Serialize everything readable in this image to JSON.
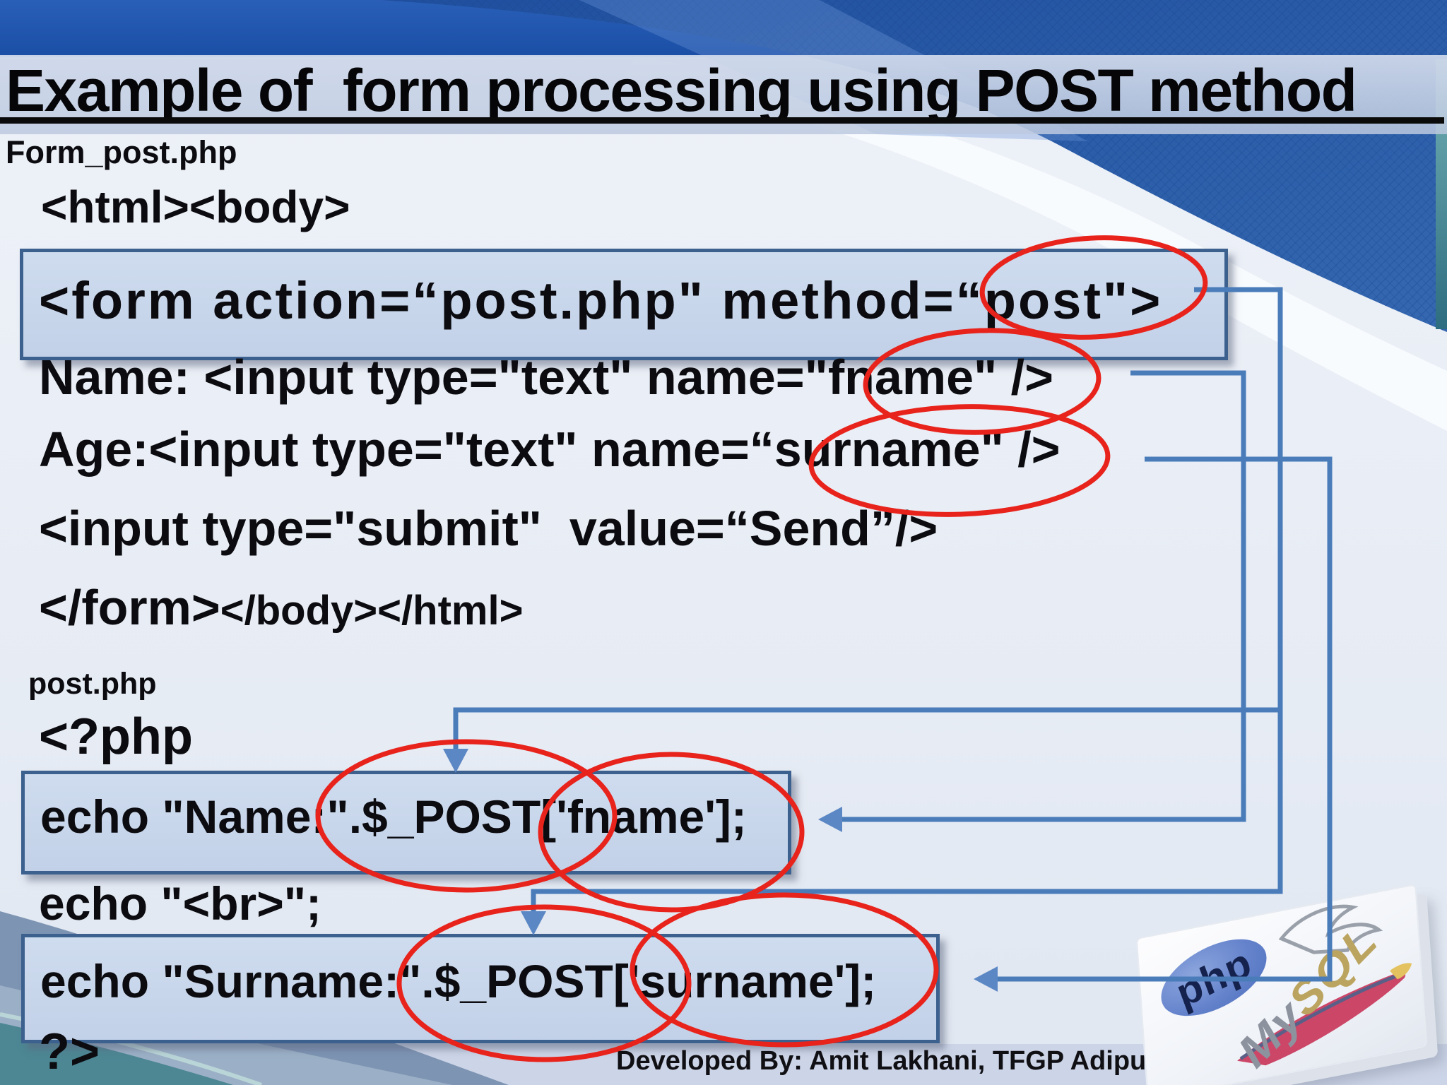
{
  "slide": {
    "title": "Example of  form processing using POST method",
    "footer_credit": "Developed By: Amit Lakhani, TFGP Adipur"
  },
  "form_file": {
    "filename": "Form_post.php",
    "html_open": "<html><body>",
    "form_tag": "<form action=“post.php\" method=“post\">",
    "name_input": "Name: <input type=\"text\" name=\"fname\" />",
    "age_input": "Age:<input type=\"text\" name=“surname\" />",
    "submit_input": "<input type=\"submit\"  value=“Send”/>",
    "form_close": "</form>",
    "html_close": "</body></html>"
  },
  "post_file": {
    "filename": "post.php",
    "php_open": "<?php",
    "echo_name": "echo \"Name:\".$_POST['fname'];",
    "echo_br": "echo \"<br>\";",
    "echo_surname": "echo \"Surname:\".$_POST['surname'];",
    "php_close": "?>"
  },
  "annotations": {
    "circled_terms": [
      "“post\"",
      "\"fname\"",
      "“surname\"",
      ".$_POST",
      "['fname']",
      ".$_POST",
      "['surname']"
    ],
    "mappings": [
      {
        "from": "method=“post\"",
        "to": "$_POST"
      },
      {
        "from": "name=\"fname\"",
        "to": "$_POST['fname']"
      },
      {
        "from": "name=“surname\"",
        "to": "$_POST['surname']"
      }
    ]
  },
  "logo": {
    "php": "php",
    "mysql_my": "My",
    "mysql_sql": "SQL"
  },
  "colors": {
    "slide_blue": "#2458b0",
    "connector_blue": "#4a7cba",
    "highlight_red": "#e8231c",
    "box_fill": "#c6d4e9",
    "box_border": "#3c618f",
    "teal_accent": "#4d8794"
  }
}
